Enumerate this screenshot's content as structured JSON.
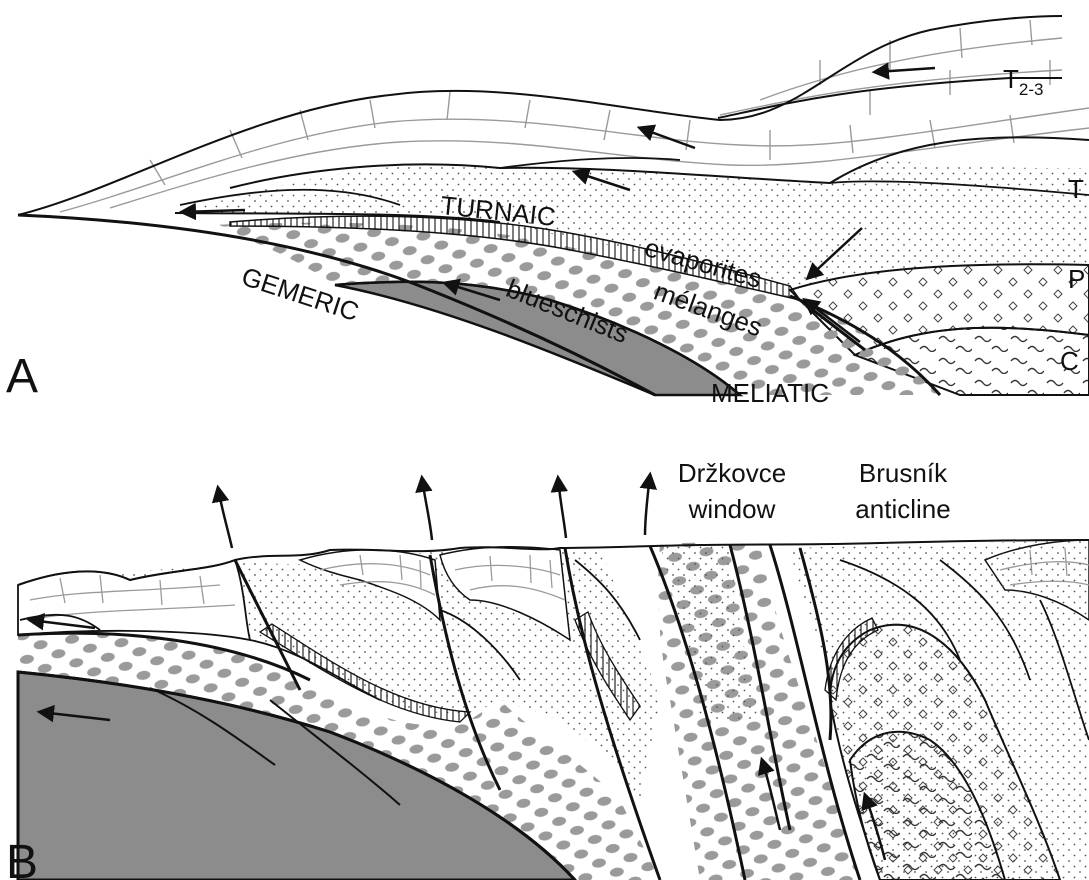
{
  "panels": [
    {
      "id": "A",
      "label": "A"
    },
    {
      "id": "B",
      "label": "B"
    }
  ],
  "units": {
    "gemeric": "GEMERIC",
    "turnaic": "TURNAIC",
    "meliatic": "MELIATIC",
    "evaporites": "evaporites",
    "melanges": "mélanges",
    "blueschists": "blueschists",
    "t23_main": "T",
    "t23_sub": "2-3",
    "t1": "T",
    "p": "P",
    "c": "C"
  },
  "features": {
    "drzkovce_1": "Držkovce",
    "drzkovce_2": "window",
    "brusnik_1": "Brusník",
    "brusnik_2": "anticline"
  },
  "colors": {
    "blueschist_fill": "#8c8c8c",
    "dot_fill": "#9a9a9a",
    "limestone_line": "#9a9a9a",
    "line": "#111111"
  }
}
